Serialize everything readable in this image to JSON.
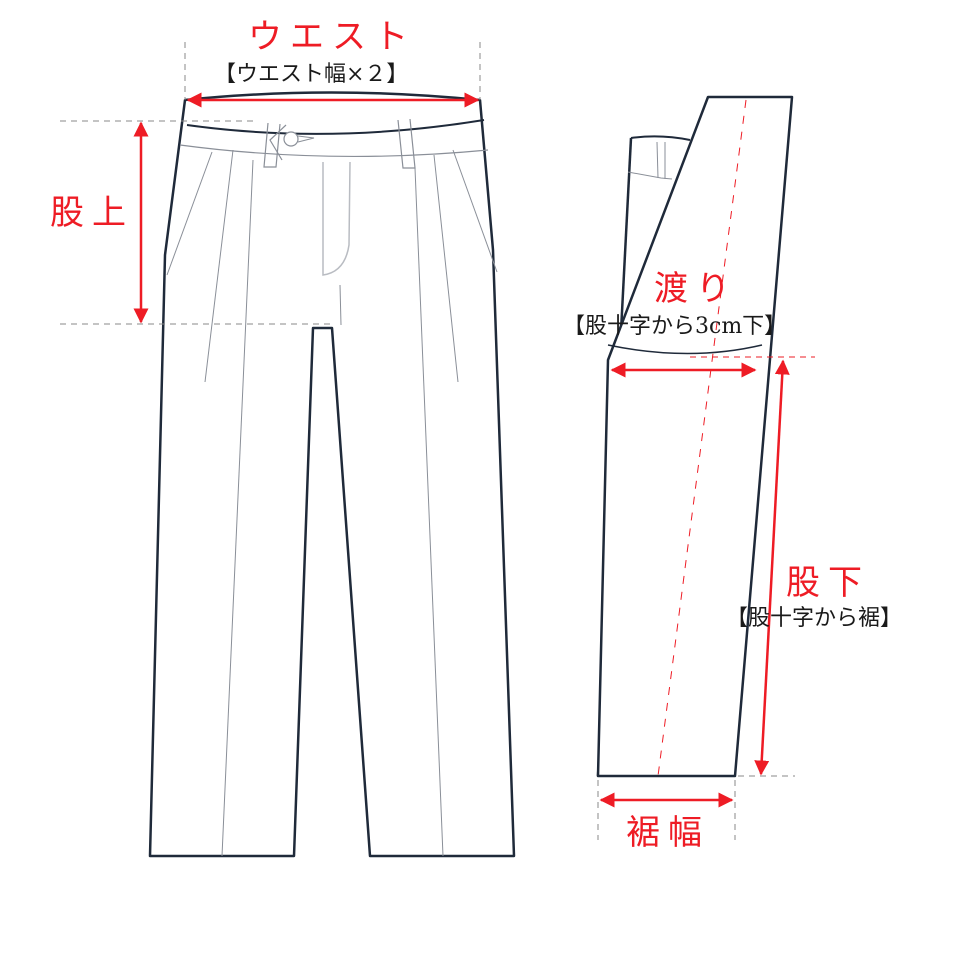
{
  "colors": {
    "outline": "#1f2a3a",
    "seam": "#8a8f98",
    "measure": "#ee1c25",
    "guide": "#888888"
  },
  "labels": {
    "waist": {
      "title": "ウエスト",
      "note": "【ウエスト幅×２】"
    },
    "rise": {
      "title": "股上"
    },
    "thigh": {
      "title": "渡り",
      "note": "【股十字から3cm下】"
    },
    "inseam": {
      "title": "股下",
      "note": "【股十字から裾】"
    },
    "hem": {
      "title": "裾幅"
    }
  }
}
